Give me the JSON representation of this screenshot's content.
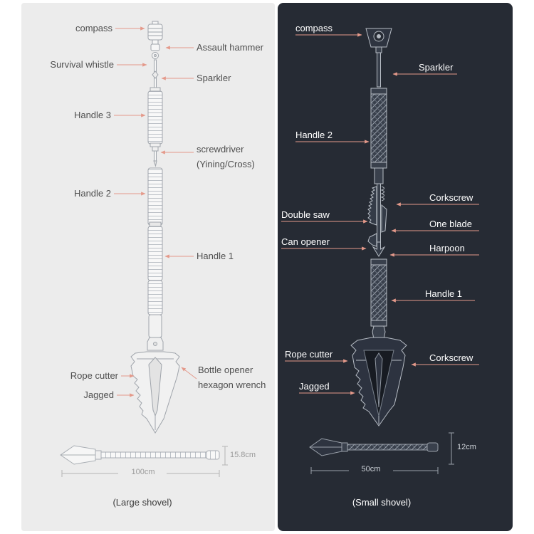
{
  "left_panel": {
    "labels": {
      "compass": "compass",
      "assault_hammer": "Assault hammer",
      "survival_whistle": "Survival whistle",
      "sparkler": "Sparkler",
      "handle3": "Handle 3",
      "screwdriver": "screwdriver",
      "screwdriver_sub": "(Yining/Cross)",
      "handle2": "Handle 2",
      "handle1": "Handle 1",
      "rope_cutter": "Rope cutter",
      "bottle_opener": "Bottle opener",
      "bottle_opener_sub": "hexagon wrench",
      "jagged": "Jagged"
    },
    "dimensions": {
      "length": "100cm",
      "height": "15.8cm"
    },
    "caption": "(Large shovel)"
  },
  "right_panel": {
    "labels": {
      "compass": "compass",
      "sparkler": "Sparkler",
      "handle2": "Handle 2",
      "corkscrew_top": "Corkscrew",
      "double_saw": "Double saw",
      "one_blade": "One blade",
      "can_opener": "Can opener",
      "harpoon": "Harpoon",
      "handle1": "Handle 1",
      "rope_cutter": "Rope cutter",
      "corkscrew_bottom": "Corkscrew",
      "jagged": "Jagged"
    },
    "dimensions": {
      "length": "50cm",
      "height": "12cm"
    },
    "caption": "(Small shovel)"
  },
  "colors": {
    "left_bg": "#ececec",
    "right_bg": "#262b34",
    "accent_leader": "#e4998a",
    "left_text": "#4f4f4f",
    "right_text": "#ffffff"
  }
}
